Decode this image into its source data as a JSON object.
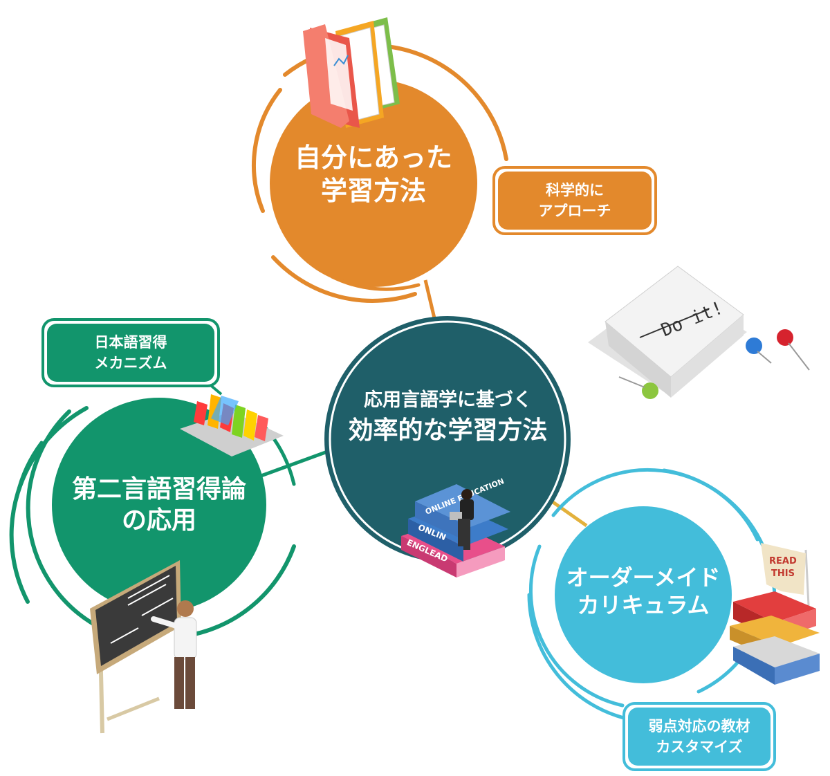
{
  "center": {
    "line1": "応用言語学に基づく",
    "line2": "効率的な学習方法"
  },
  "top_node": {
    "line1": "自分にあった",
    "line2": "学習方法"
  },
  "left_node": {
    "line1": "第二言語習得論",
    "line2": "の応用"
  },
  "right_node": {
    "line1": "オーダーメイド",
    "line2": "カリキュラム"
  },
  "tags": {
    "top": {
      "line1": "科学的に",
      "line2": "アプローチ"
    },
    "left": {
      "line1": "日本語習得",
      "line2": "メカニズム"
    },
    "right": {
      "line1": "弱点対応の教材",
      "line2": "カスタマイズ"
    }
  },
  "illustrations": {
    "memo": "Do it!",
    "books_center": [
      "ONLINE EDUCATION",
      "ONLIN",
      "ENGLEAD"
    ],
    "books_right": "READ THIS"
  },
  "colors": {
    "orange": "#E3892C",
    "green": "#12956C",
    "teal": "#1F5F69",
    "blue": "#43BDDA"
  }
}
